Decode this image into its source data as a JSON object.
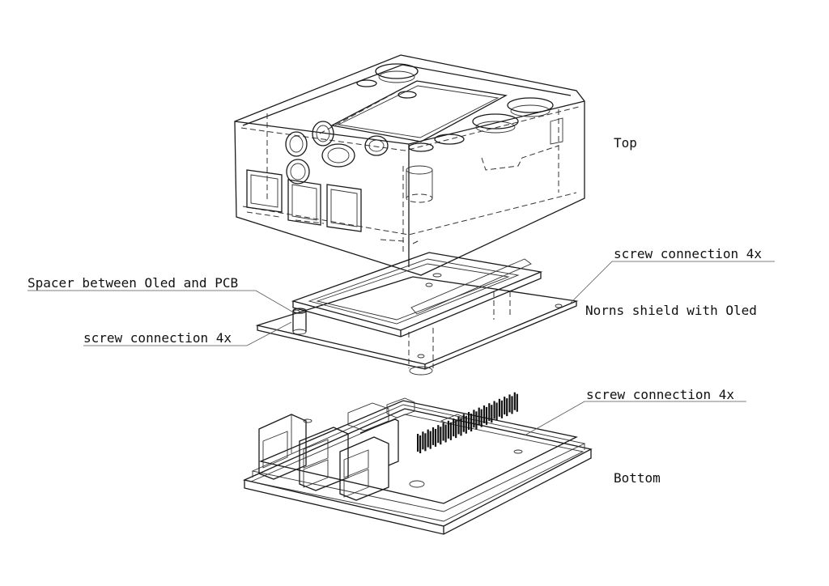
{
  "labels": {
    "top": "Top",
    "screw_top_right": "screw connection 4x",
    "spacer": "Spacer between Oled and PCB",
    "norns_shield": "Norns shield with Oled",
    "screw_left": "screw connection 4x",
    "screw_bottom_right": "screw connection 4x",
    "bottom": "Bottom"
  }
}
